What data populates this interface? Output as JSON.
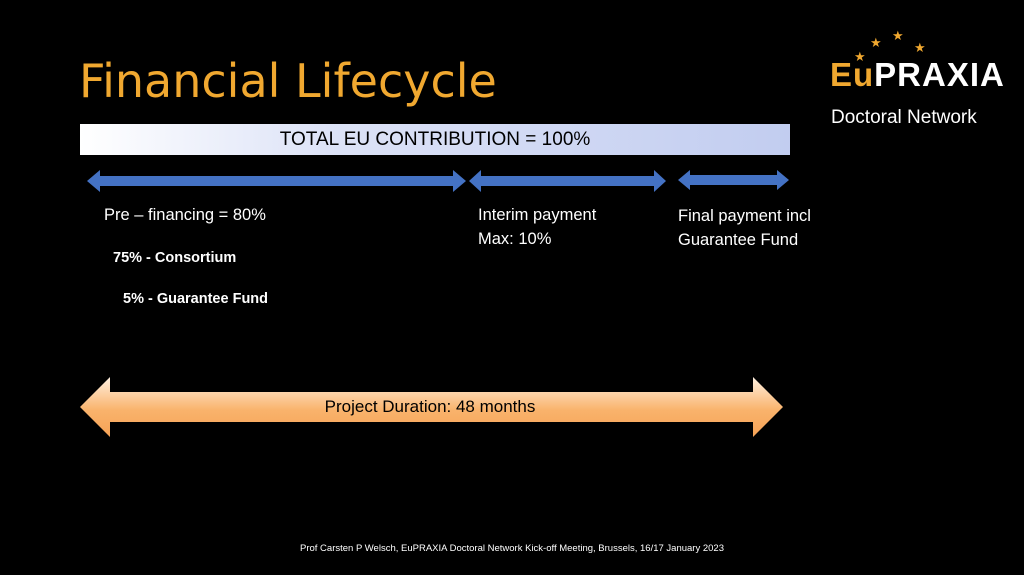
{
  "slide": {
    "title": "Financial Lifecycle",
    "total_contribution": "TOTAL EU CONTRIBUTION = 100%",
    "prefinancing": "Pre – financing = 80%",
    "consortium": "75%  - Consortium",
    "guarantee_fund": "5%  - Guarantee Fund",
    "interim_line1": "Interim payment",
    "interim_line2": "Max: 10%",
    "final_line1": "Final payment incl",
    "final_line2": "Guarantee Fund",
    "project_duration": "Project Duration: 48 months",
    "footer": "Prof Carsten P Welsch, EuPRAXIA Doctoral Network Kick-off Meeting, Brussels, 16/17 January 2023"
  },
  "logo": {
    "eu": "Eu",
    "praxia": "PRAXIA",
    "subtitle": "Doctoral Network",
    "icon": "star-icon"
  },
  "colors": {
    "title": "#f0a830",
    "arrow_blue": "#4472c4",
    "duration_orange": "#f8b070"
  }
}
